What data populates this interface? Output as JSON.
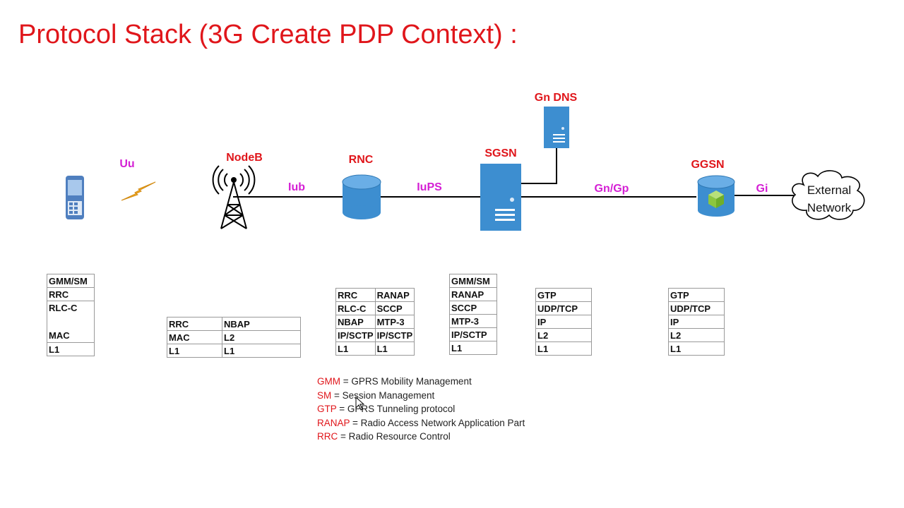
{
  "title": "Protocol Stack (3G Create PDP Context) :",
  "nodes": {
    "nodeb": "NodeB",
    "rnc": "RNC",
    "sgsn": "SGSN",
    "gn_dns": "Gn DNS",
    "ggsn": "GGSN",
    "external_network": [
      "External",
      "Network"
    ]
  },
  "interfaces": {
    "uu": "Uu",
    "iub": "Iub",
    "iups": "IuPS",
    "gn_gp": "Gn/Gp",
    "gi": "Gi"
  },
  "stacks": {
    "ue": [
      [
        "GMM/SM"
      ],
      [
        "RRC"
      ],
      [
        "RLC-C"
      ],
      [
        "MAC"
      ],
      [
        "L1"
      ]
    ],
    "nodeb": [
      [
        "RRC",
        "NBAP"
      ],
      [
        "MAC",
        "L2"
      ],
      [
        "L1",
        "L1"
      ]
    ],
    "rnc": [
      [
        "RRC",
        "RANAP"
      ],
      [
        "RLC-C",
        "SCCP"
      ],
      [
        "NBAP",
        "MTP-3"
      ],
      [
        "IP/SCTP",
        "IP/SCTP"
      ],
      [
        "L1",
        "L1"
      ]
    ],
    "sgsn_iu": [
      [
        "GMM/SM"
      ],
      [
        "RANAP"
      ],
      [
        "SCCP"
      ],
      [
        "MTP-3"
      ],
      [
        "IP/SCTP"
      ],
      [
        "L1"
      ]
    ],
    "sgsn_gn": [
      [
        "GTP"
      ],
      [
        "UDP/TCP"
      ],
      [
        "IP"
      ],
      [
        "L2"
      ],
      [
        "L1"
      ]
    ],
    "ggsn": [
      [
        "GTP"
      ],
      [
        "UDP/TCP"
      ],
      [
        "IP"
      ],
      [
        "L2"
      ],
      [
        "L1"
      ]
    ]
  },
  "legend": [
    {
      "abbr": "GMM",
      "text": " = GPRS Mobility Management"
    },
    {
      "abbr": "SM",
      "text": " = Session Management"
    },
    {
      "abbr": "GTP",
      "text": " = GPRS Tunneling protocol"
    },
    {
      "abbr": "RANAP",
      "text": " = Radio Access Network Application Part"
    },
    {
      "abbr": "RRC",
      "text": " = Radio Resource Control"
    }
  ],
  "colors": {
    "title": "#e0161b",
    "node_label": "#e0161b",
    "interface_label": "#d41fd4",
    "equipment_blue": "#3d8ed0",
    "link_line": "#000000"
  },
  "icons": {
    "ue": "mobile-phone-icon",
    "radio": "lightning-bolt-icon",
    "nodeb": "antenna-tower-icon",
    "rnc": "database-cylinder-icon",
    "sgsn": "server-icon",
    "dns": "server-icon",
    "ggsn": "database-cube-icon",
    "external": "cloud-icon"
  }
}
